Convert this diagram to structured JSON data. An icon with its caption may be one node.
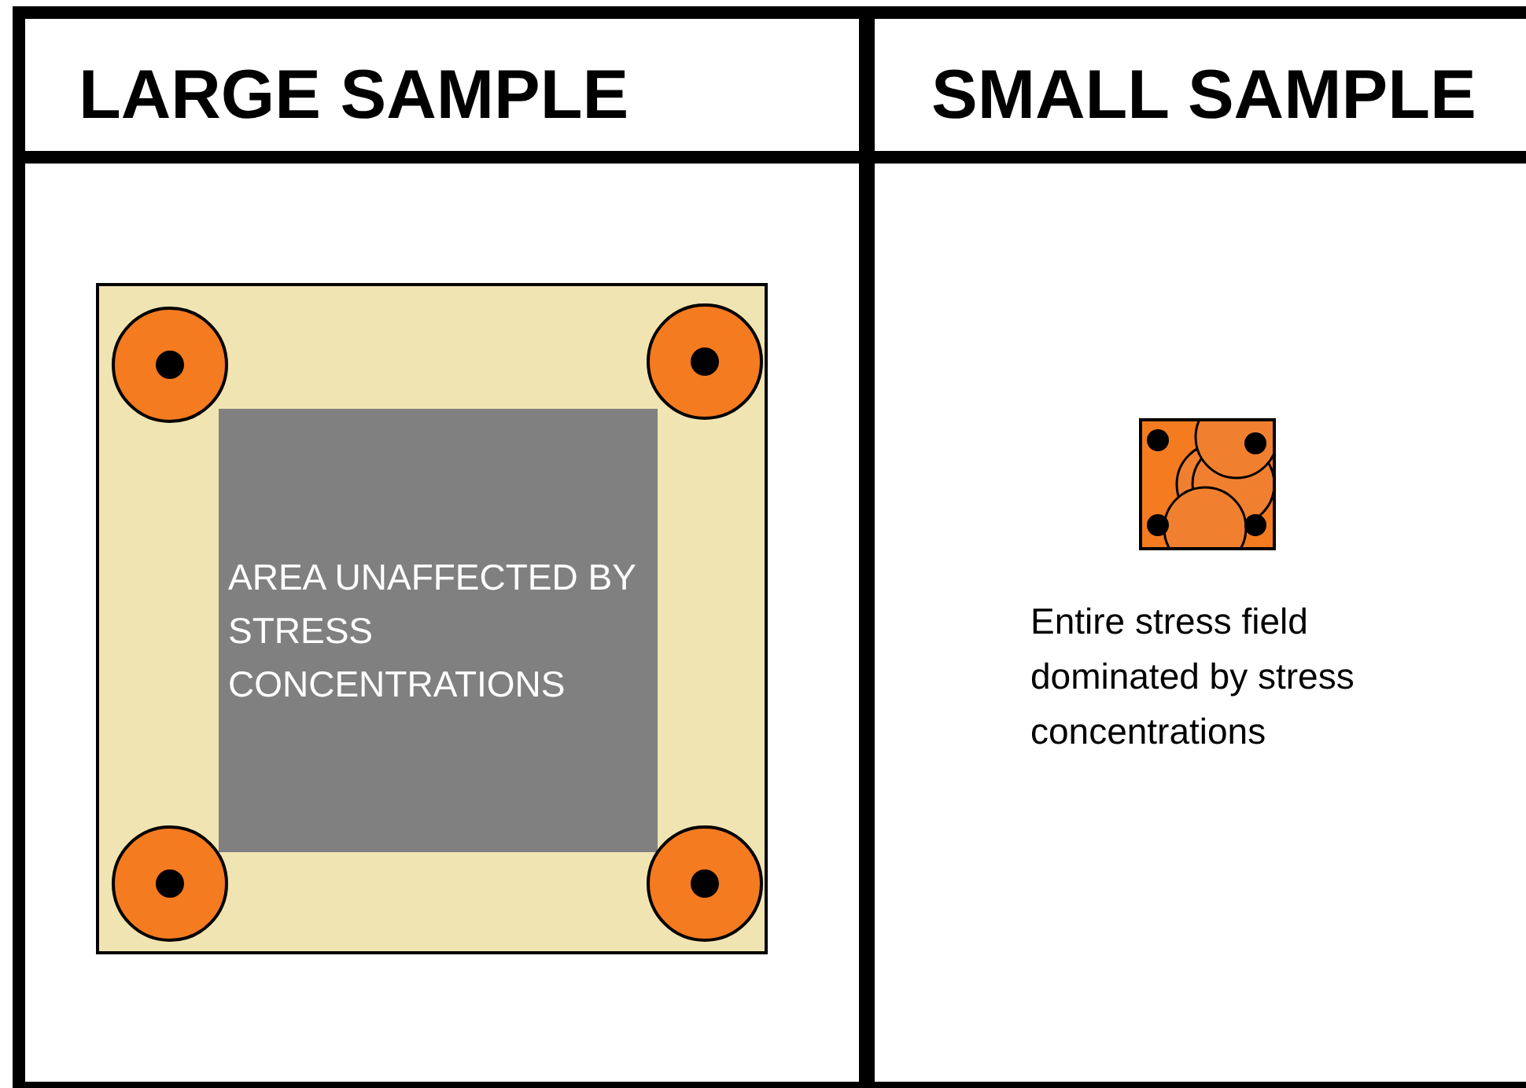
{
  "diagram": {
    "nodes": [
      {
        "text": [
          "LARGE SAMPLE"
        ]
      },
      {
        "text": [],
        "shape": "box",
        "in": 0
      },
      {
        "text": [
          "AREA UNAFFECTED BY STRESS CONCENTRATIONS"
        ],
        "in": 1
      },
      {
        "text": [
          "SMALL SAMPLE"
        ]
      },
      {
        "text": [],
        "shape": "box",
        "in": 3,
        "beside": [
          "Entire stress field dominated by stress concentrations"
        ]
      }
    ]
  }
}
